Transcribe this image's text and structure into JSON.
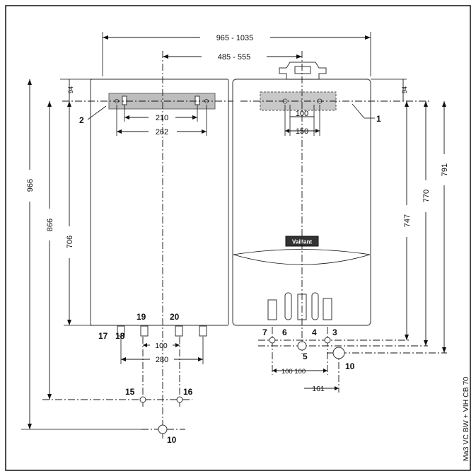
{
  "dimensions": {
    "overall_width": "965 - 1035",
    "flue_offset": "485 - 555",
    "left_top": "94",
    "right_top": "94",
    "bracket_inner": "210",
    "bracket_outer": "262",
    "hole_inner": "100",
    "hole_outer": "150",
    "h_966": "966",
    "h_866": "866",
    "h_706": "706",
    "h_747": "747",
    "h_770": "770",
    "h_791": "791",
    "pipe_100": "100",
    "pipe_280": "280",
    "conn_100_100": "100 100",
    "conn_161": "161"
  },
  "labels": {
    "n1": "1",
    "n2": "2",
    "n3": "3",
    "n4": "4",
    "n5": "5",
    "n6": "6",
    "n7": "7",
    "n10a": "10",
    "n10b": "10",
    "n15": "15",
    "n16": "16",
    "n17": "17",
    "n18": "18",
    "n19": "19",
    "n20": "20"
  },
  "brand_badge": "Vaillant",
  "caption": "Ma3 VC BW + VIH CB 70"
}
